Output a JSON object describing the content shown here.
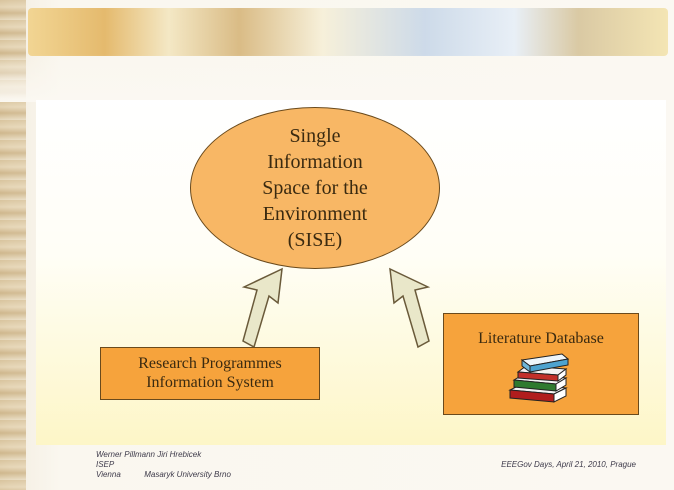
{
  "diagram": {
    "center_node": {
      "lines": [
        "Single",
        "Information",
        "Space for the",
        "Environment",
        "(SISE)"
      ]
    },
    "left_node": {
      "lines": [
        "Research Programmes",
        "Information System"
      ]
    },
    "right_node": {
      "label": "Literature Database",
      "icon": "books-icon"
    }
  },
  "footer": {
    "authors_line1": "Werner Pillmann   Jiri Hrebicek",
    "authors_line2a": "ISEP Vienna",
    "authors_line2b": "Masaryk University Brno",
    "event": "EEEGov Days, April 21, 2010, Prague"
  },
  "colors": {
    "node_fill": "#f6a33c",
    "ellipse_fill": "#f8b765",
    "arrow_fill": "#e9e7c9"
  }
}
